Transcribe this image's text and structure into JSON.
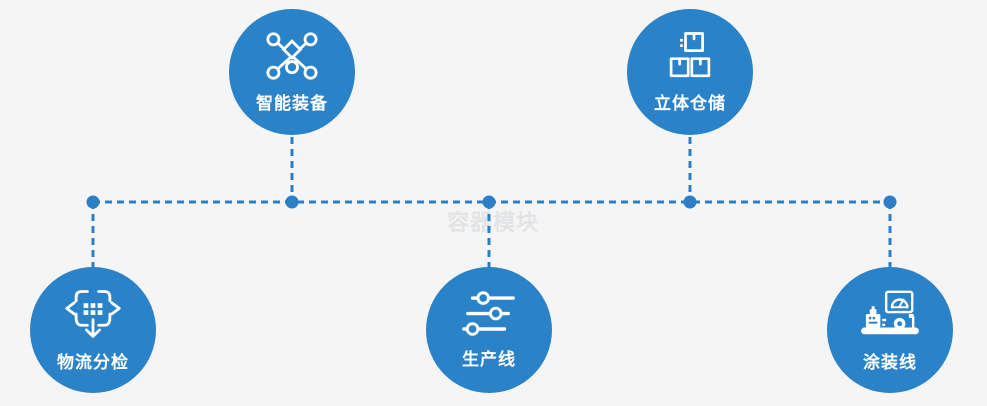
{
  "colors": {
    "accent": "#2a82c8",
    "line": "#2b7fc6",
    "background": "#f5f5f6",
    "watermark": "#e2e3e5",
    "label": "#ffffff"
  },
  "watermark": {
    "text": "容器模块"
  },
  "nodes": [
    {
      "id": "smart-equipment",
      "label": "智能装备",
      "icon": "network-nodes-icon"
    },
    {
      "id": "stereo-warehouse",
      "label": "立体仓储",
      "icon": "stacked-boxes-icon"
    },
    {
      "id": "logistics-sorting",
      "label": "物流分检",
      "icon": "sort-move-icon"
    },
    {
      "id": "production-line",
      "label": "生产线",
      "icon": "sliders-icon"
    },
    {
      "id": "painting-line",
      "label": "涂装线",
      "icon": "machine-console-icon"
    }
  ]
}
